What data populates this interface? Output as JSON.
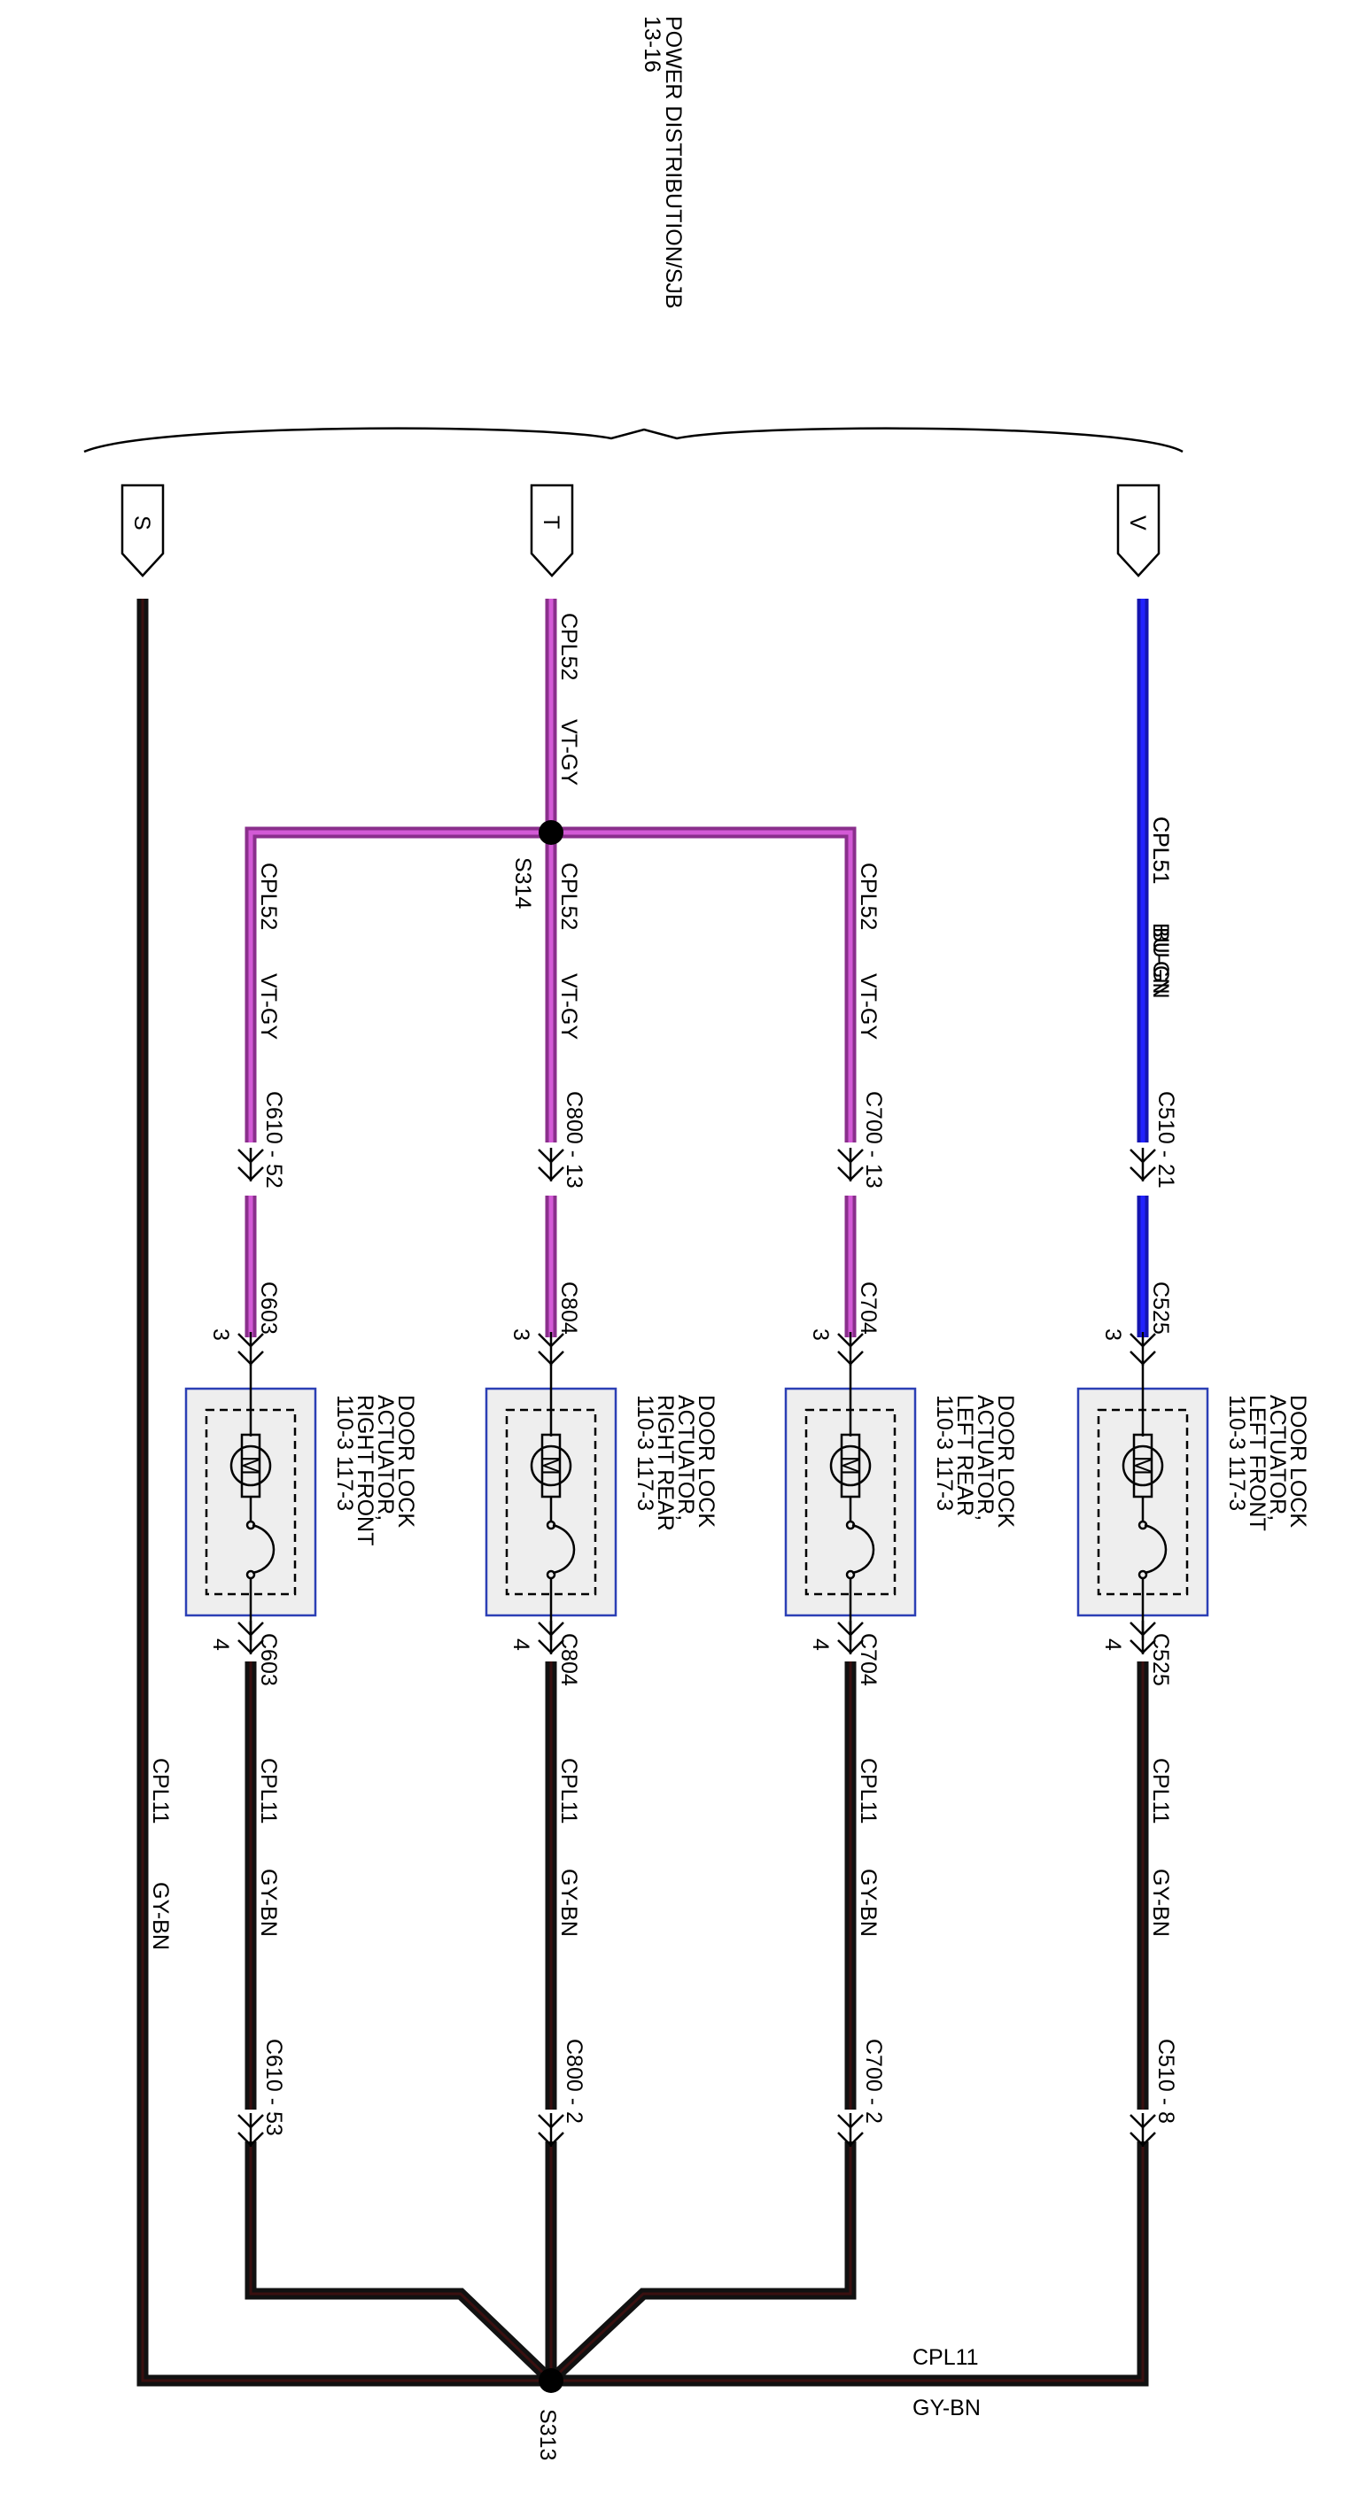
{
  "header": {
    "reference_line1": "POWER DISTRIBUTION/SJB",
    "reference_line2": "13-16"
  },
  "terminals": [
    {
      "id": "S"
    },
    {
      "id": "T"
    },
    {
      "id": "V"
    }
  ],
  "splices": {
    "top": "S314",
    "bottom": "S313"
  },
  "wires": {
    "feed_T": {
      "circuit": "CPL52",
      "color": "VT-GY"
    },
    "feed_V": {
      "circuit": "CPL51",
      "color": "BU-GN"
    },
    "ground_S": {
      "circuit": "CPL11",
      "color": "GY-BN"
    },
    "bottom_run": {
      "circuit": "CPL11",
      "color": "GY-BN"
    }
  },
  "branches": [
    {
      "key": "right-front",
      "upper_circuit": "CPL52",
      "upper_color": "VT-GY",
      "inline_upper": "C610 - 52",
      "comp_connector": "C603",
      "pin_top": "3",
      "pin_bottom": "4",
      "name": [
        "DOOR LOCK",
        "ACTUATOR,",
        "RIGHT FRONT",
        "110-3   117-3"
      ],
      "lower_circuit": "CPL11",
      "lower_color": "GY-BN",
      "inline_lower": "C610 - 53"
    },
    {
      "key": "right-rear",
      "upper_circuit": "CPL52",
      "upper_color": "VT-GY",
      "inline_upper": "C800 - 13",
      "comp_connector": "C804",
      "pin_top": "3",
      "pin_bottom": "4",
      "name": [
        "DOOR LOCK",
        "ACTUATOR,",
        "RIGHT REAR",
        "110-3   117-3"
      ],
      "lower_circuit": "CPL11",
      "lower_color": "GY-BN",
      "inline_lower": "C800 - 2"
    },
    {
      "key": "left-rear",
      "upper_circuit": "CPL52",
      "upper_color": "VT-GY",
      "inline_upper": "C700 - 13",
      "comp_connector": "C704",
      "pin_top": "3",
      "pin_bottom": "4",
      "name": [
        "DOOR LOCK",
        "ACTUATOR,",
        "LEFT REAR",
        "110-3   117-3"
      ],
      "lower_circuit": "CPL11",
      "lower_color": "GY-BN",
      "inline_lower": "C700 - 2"
    },
    {
      "key": "left-front",
      "upper_circuit": "CPL51",
      "upper_color": "BU-GN",
      "inline_upper": "C510 - 21",
      "comp_connector": "C525",
      "pin_top": "3",
      "pin_bottom": "4",
      "name": [
        "DOOR LOCK",
        "ACTUATOR,",
        "LEFT FRONT",
        "110-3   117-3"
      ],
      "lower_circuit": "CPL11",
      "lower_color": "GY-BN",
      "inline_lower": "C510 - 8"
    }
  ],
  "motor_symbol": "M"
}
